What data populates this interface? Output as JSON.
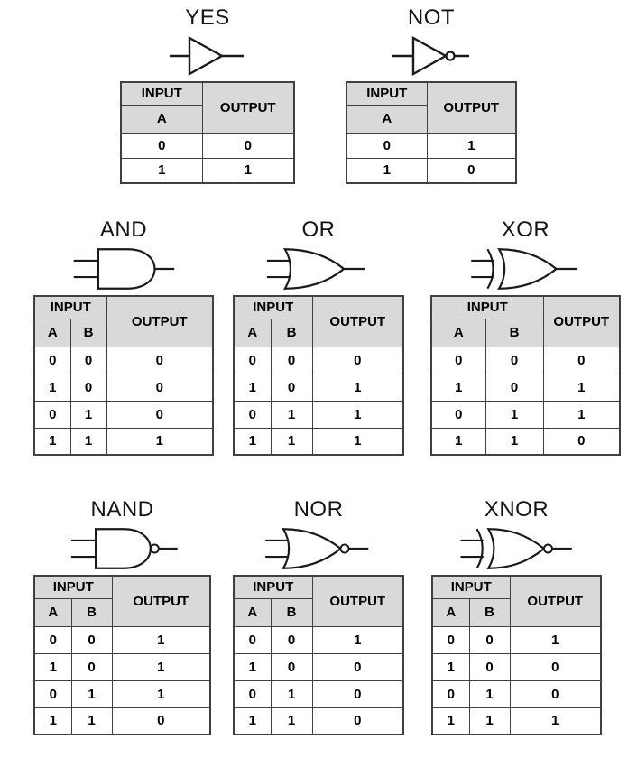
{
  "theme": {
    "background": "#ffffff",
    "header_fill": "#d9d9d9",
    "border_color": "#404040",
    "gate_line_color": "#1a1a1a",
    "text_color": "#000000"
  },
  "labels": {
    "input": "INPUT",
    "output": "OUTPUT",
    "col_a": "A",
    "col_b": "B"
  },
  "gates": [
    {
      "id": "yes",
      "title": "YES",
      "inputs": [
        "A"
      ],
      "rows": [
        [
          "0",
          "0"
        ],
        [
          "1",
          "1"
        ]
      ]
    },
    {
      "id": "not",
      "title": "NOT",
      "inputs": [
        "A"
      ],
      "rows": [
        [
          "0",
          "1"
        ],
        [
          "1",
          "0"
        ]
      ]
    },
    {
      "id": "and",
      "title": "AND",
      "inputs": [
        "A",
        "B"
      ],
      "rows": [
        [
          "0",
          "0",
          "0"
        ],
        [
          "1",
          "0",
          "0"
        ],
        [
          "0",
          "1",
          "0"
        ],
        [
          "1",
          "1",
          "1"
        ]
      ]
    },
    {
      "id": "or",
      "title": "OR",
      "inputs": [
        "A",
        "B"
      ],
      "rows": [
        [
          "0",
          "0",
          "0"
        ],
        [
          "1",
          "0",
          "1"
        ],
        [
          "0",
          "1",
          "1"
        ],
        [
          "1",
          "1",
          "1"
        ]
      ]
    },
    {
      "id": "xor",
      "title": "XOR",
      "inputs": [
        "A",
        "B"
      ],
      "rows": [
        [
          "0",
          "0",
          "0"
        ],
        [
          "1",
          "0",
          "1"
        ],
        [
          "0",
          "1",
          "1"
        ],
        [
          "1",
          "1",
          "0"
        ]
      ]
    },
    {
      "id": "nand",
      "title": "NAND",
      "inputs": [
        "A",
        "B"
      ],
      "rows": [
        [
          "0",
          "0",
          "1"
        ],
        [
          "1",
          "0",
          "1"
        ],
        [
          "0",
          "1",
          "1"
        ],
        [
          "1",
          "1",
          "0"
        ]
      ]
    },
    {
      "id": "nor",
      "title": "NOR",
      "inputs": [
        "A",
        "B"
      ],
      "rows": [
        [
          "0",
          "0",
          "1"
        ],
        [
          "1",
          "0",
          "0"
        ],
        [
          "0",
          "1",
          "0"
        ],
        [
          "1",
          "1",
          "0"
        ]
      ]
    },
    {
      "id": "xnor",
      "title": "XNOR",
      "inputs": [
        "A",
        "B"
      ],
      "rows": [
        [
          "0",
          "0",
          "1"
        ],
        [
          "1",
          "0",
          "0"
        ],
        [
          "0",
          "1",
          "0"
        ],
        [
          "1",
          "1",
          "1"
        ]
      ]
    }
  ]
}
